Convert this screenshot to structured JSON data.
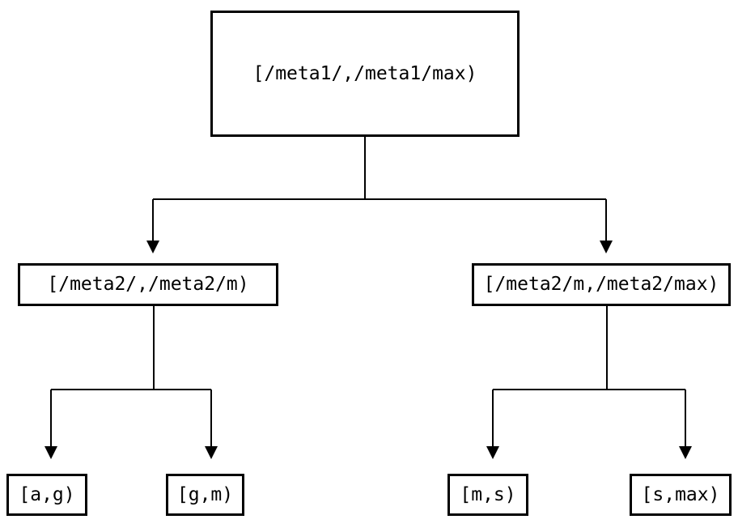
{
  "diagram": {
    "type": "binary-interval-tree",
    "nodes": {
      "root": {
        "label": "[/meta1/,/meta1/max)"
      },
      "meta2_left": {
        "label": "[/meta2/,/meta2/m)"
      },
      "meta2_right": {
        "label": "[/meta2/m,/meta2/max)"
      },
      "leaf_ag": {
        "label": "[a,g)"
      },
      "leaf_gm": {
        "label": "[g,m)"
      },
      "leaf_ms": {
        "label": "[m,s)"
      },
      "leaf_smax": {
        "label": "[s,max)"
      }
    },
    "edges": [
      {
        "from": "root",
        "to": "meta2_left",
        "arrow": "down"
      },
      {
        "from": "root",
        "to": "meta2_right",
        "arrow": "down"
      },
      {
        "from": "meta2_left",
        "to": "leaf_ag",
        "arrow": "down"
      },
      {
        "from": "meta2_left",
        "to": "leaf_gm",
        "arrow": "down"
      },
      {
        "from": "meta2_right",
        "to": "leaf_ms",
        "arrow": "down"
      },
      {
        "from": "meta2_right",
        "to": "leaf_smax",
        "arrow": "down"
      }
    ],
    "colors": {
      "line": "#000000",
      "box_border": "#000000",
      "text": "#000000",
      "background": "#ffffff"
    }
  }
}
